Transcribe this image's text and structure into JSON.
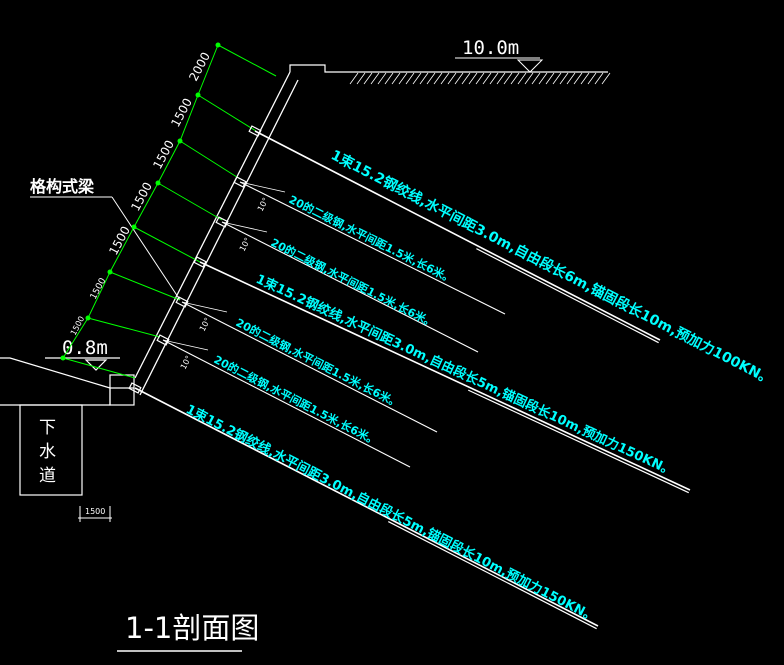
{
  "top_elevation": "10.0m",
  "bottom_elevation": "0.8m",
  "lattice_beam_label": "格构式梁",
  "drain_chars": [
    "下",
    "水",
    "道"
  ],
  "drain_width_dim": "1500",
  "section_title": "1-1剖面图",
  "vertical_dims": [
    "2000",
    "1500",
    "1500",
    "1500",
    "1500",
    "1500",
    "1500"
  ],
  "anchor_angle_label": "10°",
  "anchors": [
    {
      "label": "1束15.2钢绞线,水平间距3.0m,自由段长6m,锚固段长10m,预加力100KN。"
    },
    {
      "label": "20的二级钢,水平间距1.5米,长6米。"
    },
    {
      "label": "20的二级钢,水平间距1.5米,长6米。"
    },
    {
      "label": "1束15.2钢绞线,水平间距3.0m,自由段长5m,锚固段长10m,预加力150KN。"
    },
    {
      "label": "20的二级钢,水平间距1.5米,长6米。"
    },
    {
      "label": "20的二级钢,水平间距1.5米,长6米。"
    },
    {
      "label": "1束15.2钢绞线,水平间距3.0m,自由段长5m,锚固段长10m,预加力150KN。"
    }
  ],
  "colors": {
    "line": "#ffffff",
    "text": "#00ffff",
    "dim": "#00ff00",
    "background": "#000000"
  }
}
